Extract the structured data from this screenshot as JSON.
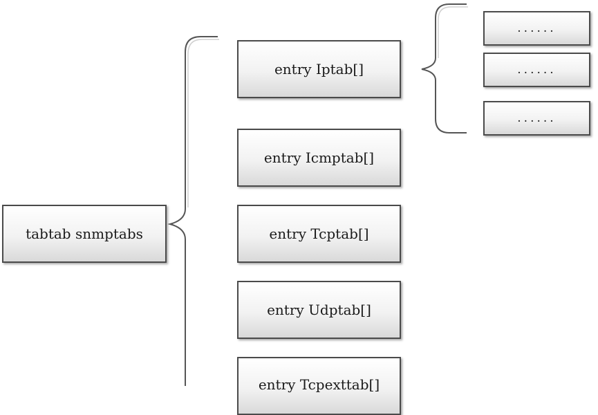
{
  "root": {
    "label": "tabtab snmptabs"
  },
  "entries": [
    {
      "label": "entry Iptab[]"
    },
    {
      "label": "entry Icmptab[]"
    },
    {
      "label": "entry Tcptab[]"
    },
    {
      "label": "entry Udptab[]"
    },
    {
      "label": "entry Tcpexttab[]"
    }
  ],
  "sub_entries": [
    {
      "label": "......"
    },
    {
      "label": "......"
    },
    {
      "label": "......"
    }
  ],
  "colors": {
    "border": "#4a4a4a",
    "bracket": "#555555",
    "fill_top": "#ffffff",
    "fill_bottom": "#d9d9d9"
  }
}
